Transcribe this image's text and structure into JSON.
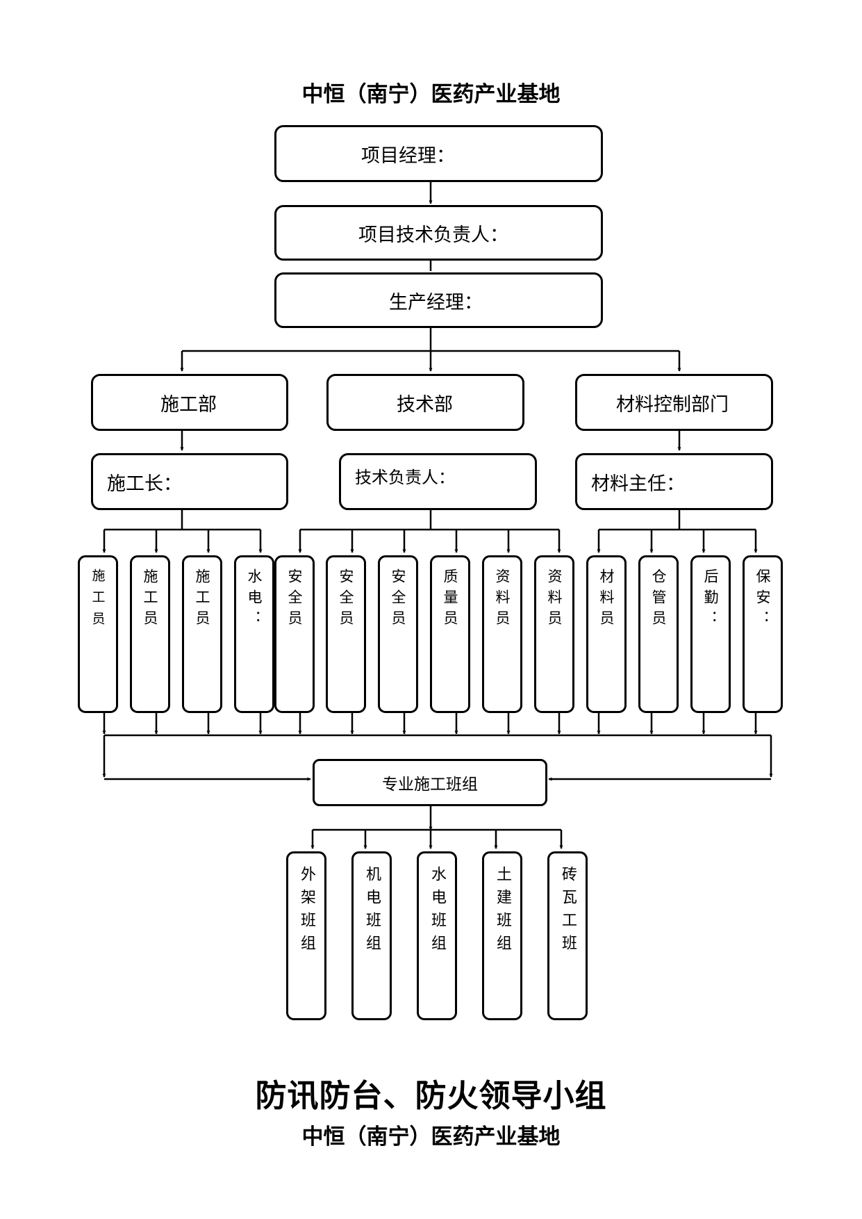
{
  "header_title": "中恒（南宁）医药产业基地",
  "org": {
    "top": [
      "项目经理：",
      "项目技术负责人：",
      "生产经理："
    ],
    "departments": [
      "施工部",
      "技术部",
      "材料控制部门"
    ],
    "leads": [
      "施工长：",
      "技术负责人：",
      "材料主任："
    ],
    "staff": [
      "施工员",
      "施工员",
      "施工员",
      "水电：",
      "安全员",
      "安全员",
      "安全员",
      "质量员",
      "资料员",
      "资料员",
      "材料员",
      "仓管员",
      "后勤：",
      "保安："
    ],
    "team_hub": "专业施工班组",
    "teams": [
      "外架班组",
      "机电班组",
      "水电班组",
      "土建班组",
      "砖瓦工班"
    ]
  },
  "footer": {
    "title": "防讯防台、防火领导小组",
    "subtitle": "中恒（南宁）医药产业基地"
  }
}
